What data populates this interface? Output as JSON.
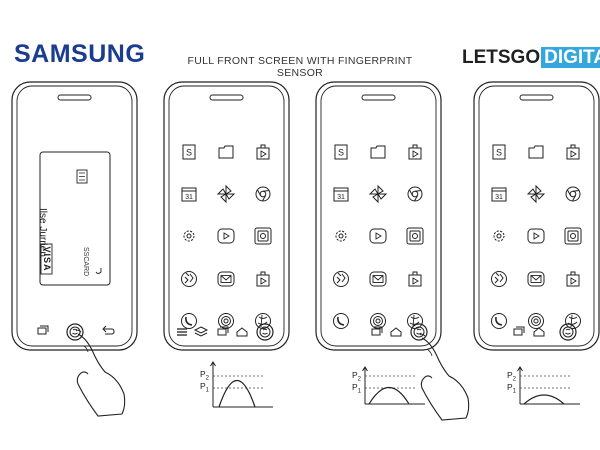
{
  "header": {
    "samsung_logo": "SAMSUNG",
    "caption": "FULL FRONT SCREEN WITH FINGERPRINT SENSOR",
    "brand_prefix": "LETSGO",
    "brand_suffix": "DIGITAL"
  },
  "card": {
    "holder_name": "Ilse Jurrien",
    "card_brand": "SSCARD",
    "network": "VISA"
  },
  "app_icons": {
    "row1": [
      "S",
      "folder",
      "store"
    ],
    "row2": [
      "31",
      "pinwheel",
      "chrome"
    ],
    "row3": [
      "settings",
      "play",
      "music"
    ],
    "row4": [
      "gallery",
      "email",
      "store"
    ],
    "row5": [
      "phone",
      "camera",
      "globe"
    ]
  },
  "graphs": {
    "p2_label": "P",
    "p2_sub": "2",
    "p1_label": "P",
    "p1_sub": "1"
  },
  "colors": {
    "samsung": "#1a3d8f",
    "digital": "#34a7dd",
    "line": "#222222"
  }
}
